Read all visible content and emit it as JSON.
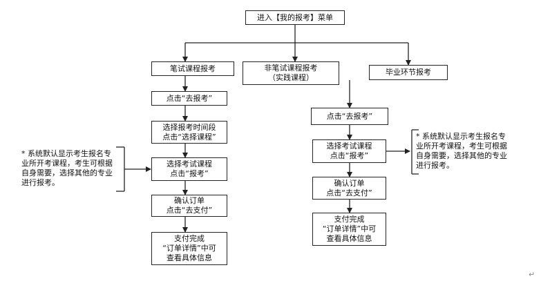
{
  "top": {
    "label": "进入【我的报考】菜单"
  },
  "left": {
    "title": "笔试课程报考",
    "steps": [
      "点击“去报考”",
      "选择报考时间段\n点击“选择课程”",
      "选择考试课程\n点击“报考”",
      "确认订单\n点击“去支付”",
      "支付完成\n“订单详情”中可\n查看具体信息"
    ],
    "note": "* 系统默认显示考生报名专\n业所开考课程，考生可根据\n自身需要，选择其他的专业\n进行报考。"
  },
  "middle": {
    "title": "非笔试课程报考\n（实践课程）"
  },
  "right": {
    "title": "毕业环节报考",
    "steps": [
      "点击“去报考”",
      "选择考试课程\n点击“报考”",
      "确认订单\n点击“去支付”",
      "支付完成\n“订单详情”中可\n查看具体信息"
    ],
    "note": "* 系统默认显示考生报名专\n业所开考课程，考生可根据\n自身需要，选择其他的专业\n进行报考。"
  }
}
